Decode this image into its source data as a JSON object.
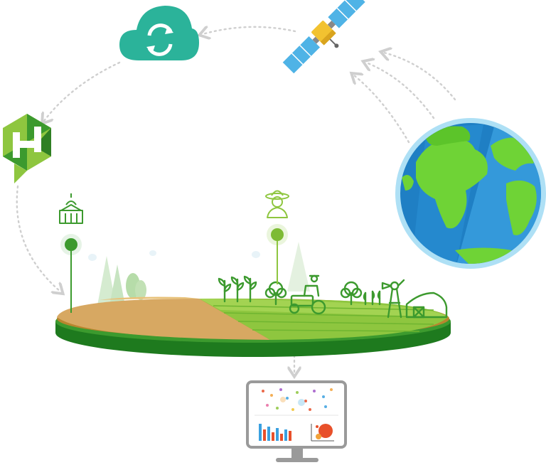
{
  "diagram": {
    "nodes": [
      {
        "id": "cloud",
        "icon": "cloud-sync-icon"
      },
      {
        "id": "satellite",
        "icon": "satellite-icon"
      },
      {
        "id": "earth",
        "icon": "earth-globe-icon"
      },
      {
        "id": "logo",
        "icon": "hexagon-logo-icon"
      },
      {
        "id": "government",
        "icon": "government-building-icon"
      },
      {
        "id": "farmer",
        "icon": "farmer-icon"
      },
      {
        "id": "farm-field",
        "icon": "farm-field-icon"
      },
      {
        "id": "dashboard",
        "icon": "analytics-monitor-icon"
      }
    ],
    "flow": [
      "earth",
      "satellite",
      "cloud",
      "logo",
      "farm-field",
      "dashboard"
    ]
  },
  "colors": {
    "teal": "#2bb39a",
    "green": "#3c9a2e",
    "light_green": "#8ec63f",
    "dark_green": "#1e7a1e",
    "soil": "#d7a862",
    "ocean": "#1f7fc4",
    "ocean_light": "#3aa0e0",
    "satellite_blue": "#4fb3e6",
    "satellite_gold": "#f2c230",
    "monitor_gray": "#9a9a9a",
    "chart_red": "#e8502a"
  }
}
